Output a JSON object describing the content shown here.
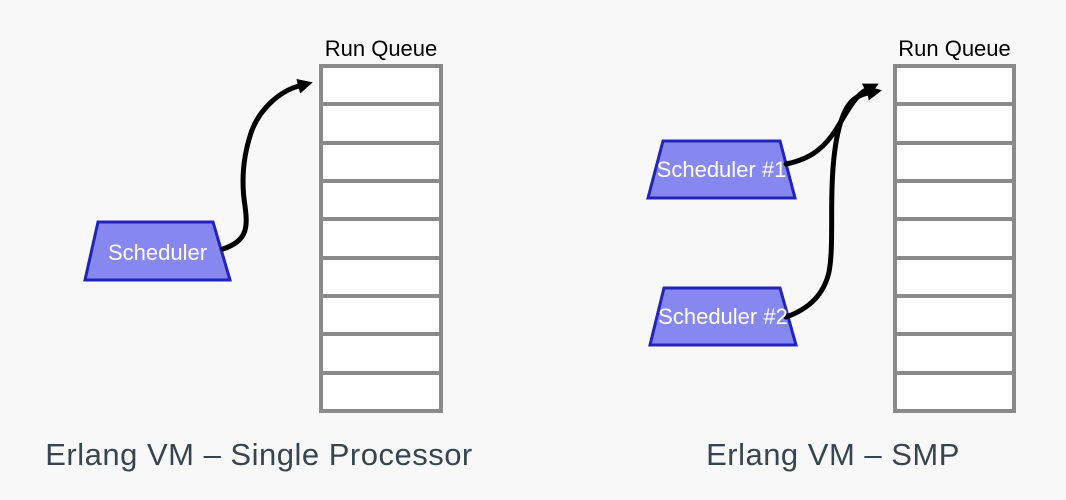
{
  "colors": {
    "background": "#f8f8f8",
    "trapezoid_fill": "#8787f0",
    "trapezoid_border": "#2323bd",
    "queue_border": "#8a8a8a",
    "cell_fill": "#ffffff",
    "arrow": "#000000",
    "caption_text": "#36454f",
    "queue_label_text": "#000000",
    "scheduler_text": "#ffffff"
  },
  "left_diagram": {
    "queue_label": "Run Queue",
    "queue_cell_count": 9,
    "scheduler": {
      "label": "Scheduler"
    },
    "caption": "Erlang VM – Single Processor"
  },
  "right_diagram": {
    "queue_label": "Run Queue",
    "queue_cell_count": 9,
    "schedulers": [
      {
        "label": "Scheduler #1"
      },
      {
        "label": "Scheduler #2"
      }
    ],
    "caption": "Erlang VM – SMP"
  }
}
